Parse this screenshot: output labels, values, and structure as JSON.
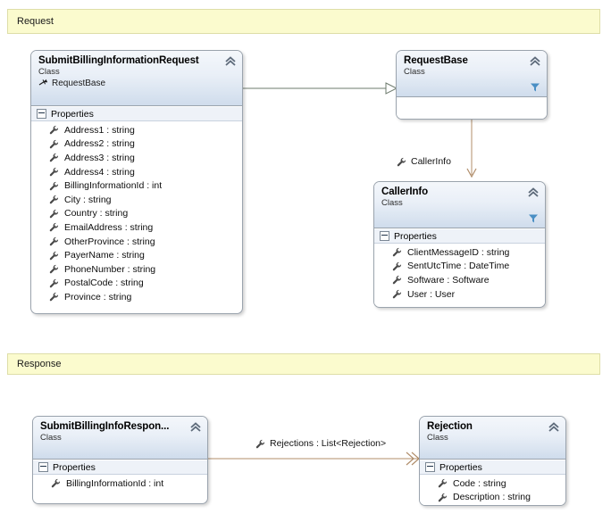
{
  "diagram": {
    "title": "Class Diagram",
    "background": "#ffffff",
    "banner_fill": "#fbfbce",
    "banner_border": "#dedea8",
    "class_header_gradient_top": "#f4f7fb",
    "class_header_gradient_bottom": "#cfdcec",
    "class_border": "#9aa3ad",
    "section_fill": "#eef2f8",
    "association_line_color": "#b08d6a",
    "inheritance_line_color": "#6e7b6e",
    "filter_icon_color": "#4a8fc4"
  },
  "banners": [
    {
      "label": "Request",
      "name": "comment-request"
    },
    {
      "label": "Response",
      "name": "comment-response"
    }
  ],
  "classes": [
    {
      "id": "submit-billing-information-request",
      "title": "SubmitBillingInformationRequest",
      "stereotype": "Class",
      "base_class": "RequestBase",
      "section_label": "Properties",
      "has_filter_icon": false,
      "members": [
        "Address1 : string",
        "Address2 : string",
        "Address3 : string",
        "Address4 : string",
        "BillingInformationId : int",
        "City : string",
        "Country : string",
        "EmailAddress : string",
        "OtherProvince : string",
        "PayerName : string",
        "PhoneNumber : string",
        "PostalCode : string",
        "Province : string"
      ]
    },
    {
      "id": "request-base",
      "title": "RequestBase",
      "stereotype": "Class",
      "base_class": "",
      "section_label": "",
      "has_filter_icon": true,
      "members": []
    },
    {
      "id": "caller-info",
      "title": "CallerInfo",
      "stereotype": "Class",
      "base_class": "",
      "section_label": "Properties",
      "has_filter_icon": true,
      "members": [
        "ClientMessageID : string",
        "SentUtcTime : DateTime",
        "Software : Software",
        "User : User"
      ]
    },
    {
      "id": "submit-billing-info-response",
      "title": "SubmitBillingInfoRespon...",
      "stereotype": "Class",
      "base_class": "",
      "section_label": "Properties",
      "has_filter_icon": false,
      "members": [
        "BillingInformationId : int"
      ]
    },
    {
      "id": "rejection",
      "title": "Rejection",
      "stereotype": "Class",
      "base_class": "",
      "section_label": "Properties",
      "has_filter_icon": false,
      "members": [
        "Code : string",
        "Description : string"
      ]
    }
  ],
  "connectors": [
    {
      "id": "inheritance-request",
      "kind": "inheritance",
      "from": "SubmitBillingInformationRequest",
      "to": "RequestBase",
      "label": ""
    },
    {
      "id": "association-caller-info",
      "kind": "association",
      "from": "RequestBase",
      "to": "CallerInfo",
      "label": "CallerInfo"
    },
    {
      "id": "association-rejections",
      "kind": "association-collection",
      "from": "SubmitBillingInfoResponse",
      "to": "Rejection",
      "label": "Rejections : List<Rejection>"
    }
  ]
}
